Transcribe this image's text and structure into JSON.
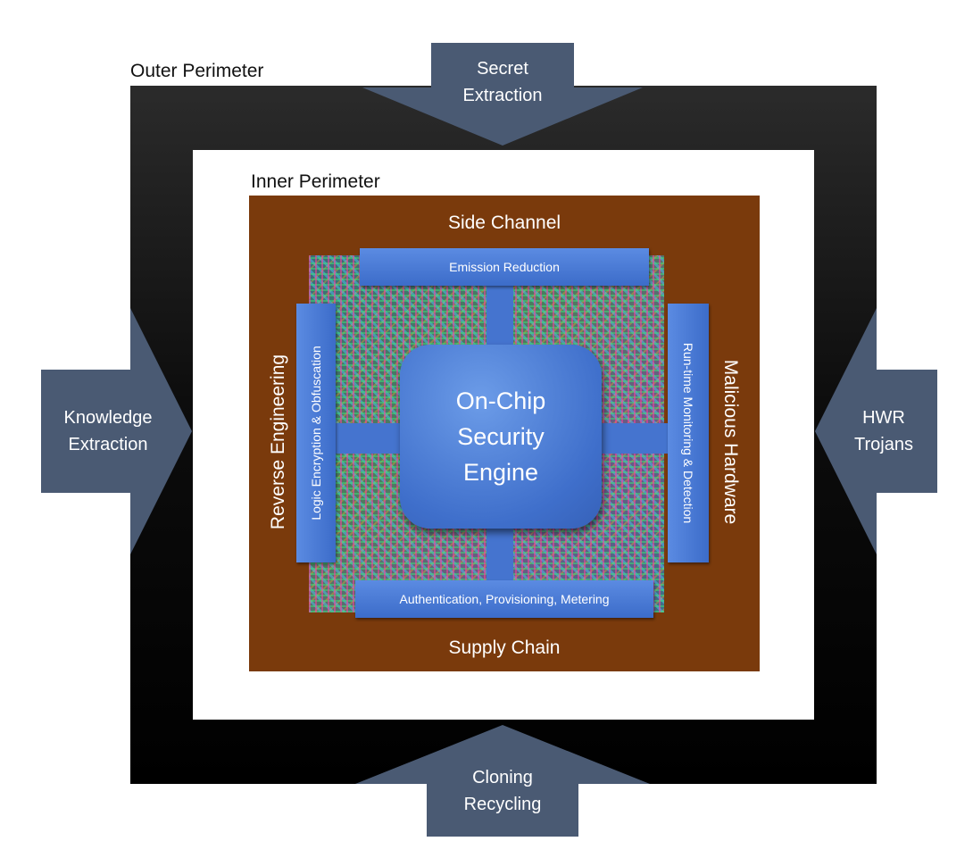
{
  "perimeters": {
    "outer_label": "Outer Perimeter",
    "inner_label": "Inner Perimeter"
  },
  "threats": {
    "top": "Side Channel",
    "bottom": "Supply Chain",
    "left": "Reverse Engineering",
    "right": "Malicious Hardware"
  },
  "countermeasures": {
    "top": "Emission Reduction",
    "bottom": "Authentication, Provisioning, Metering",
    "left": "Logic Encryption & Obfuscation",
    "right": "Run-time Monitoring & Detection"
  },
  "engine": {
    "line1": "On-Chip",
    "line2": "Security",
    "line3": "Engine"
  },
  "attacks": {
    "top": {
      "line1": "Secret",
      "line2": "Extraction"
    },
    "left": {
      "line1": "Knowledge",
      "line2": "Extraction"
    },
    "right": {
      "line1": "HWR",
      "line2": "Trojans"
    },
    "bottom": {
      "line1": "Cloning",
      "line2": "Recycling"
    }
  },
  "colors": {
    "arrow": "#4a5a73",
    "countermeasure_bar": "#4a7bd6",
    "inner_perimeter": "#7a3a0c",
    "outer_perimeter": "#000000"
  }
}
